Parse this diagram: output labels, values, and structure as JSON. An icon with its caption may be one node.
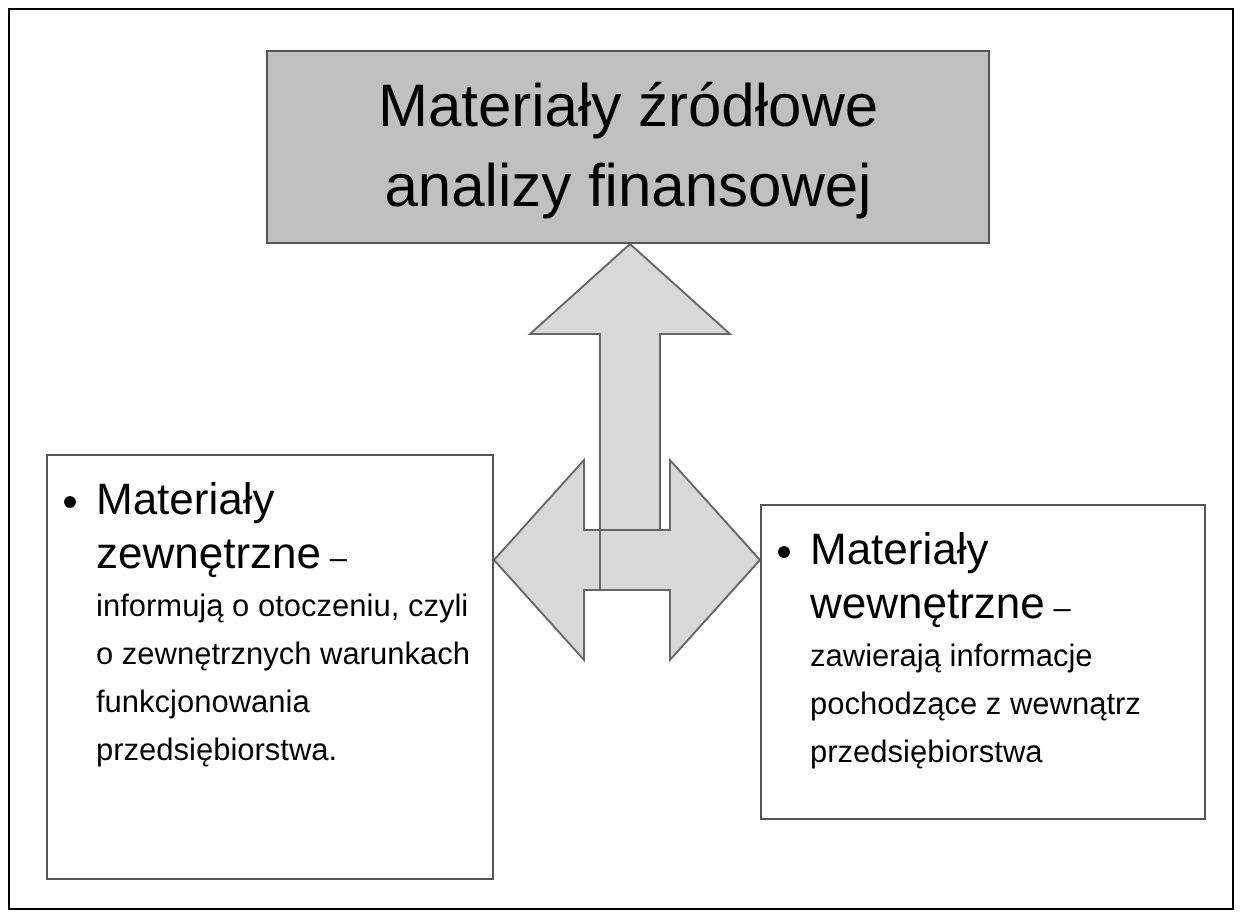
{
  "diagram": {
    "nodes": [
      {
        "text": [
          "Materiały źródłowe analizy finansowej"
        ]
      },
      {
        "text": [
          "Materiały zewnętrzne",
          "– informują o otoczeniu, czyli o zewnętrznych warunkach funkcjonowania przedsiębiorstwa."
        ]
      },
      {
        "text": [
          "Materiały wewnętrzne",
          "– zawierają informacje pochodzące z wewnątrz przedsiębiorstwa"
        ]
      }
    ],
    "edges": [
      {
        "from": null,
        "to": 0,
        "arrow": "to"
      },
      {
        "from": null,
        "to": 1,
        "arrow": "to"
      },
      {
        "from": null,
        "to": 2,
        "arrow": "to"
      }
    ]
  }
}
